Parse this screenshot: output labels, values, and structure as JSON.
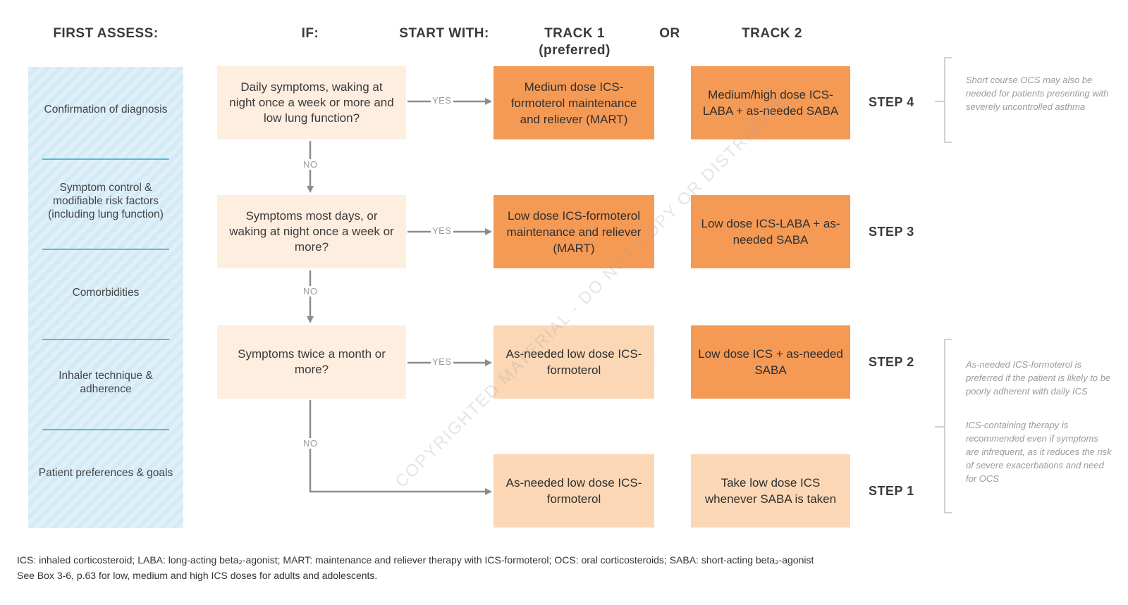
{
  "headers": {
    "first_assess": "FIRST ASSESS:",
    "if": "IF:",
    "start_with": "START WITH:",
    "track1": "TRACK 1",
    "track1_sub": "(preferred)",
    "or": "OR",
    "track2": "TRACK 2"
  },
  "assess_items": [
    "Confirmation of diagnosis",
    "Symptom control & modifiable risk factors (including lung function)",
    "Comorbidities",
    "Inhaler technique & adherence",
    "Patient preferences & goals"
  ],
  "questions": [
    "Daily symptoms, waking at night once a week or more and low lung function?",
    "Symptoms most days, or waking at night once a week or more?",
    "Symptoms twice a month or more?"
  ],
  "flow_labels": {
    "yes": "YES",
    "no": "NO"
  },
  "track1": [
    "Medium dose ICS-formoterol maintenance and reliever (MART)",
    "Low dose ICS-formoterol maintenance and reliever (MART)",
    "As-needed low dose ICS-formoterol",
    "As-needed low dose ICS-formoterol"
  ],
  "track2": [
    "Medium/high dose ICS-LABA + as-needed SABA",
    "Low dose ICS-LABA + as-needed SABA",
    "Low dose ICS + as-needed SABA",
    "Take low dose ICS whenever SABA is taken"
  ],
  "steps": [
    "STEP 4",
    "STEP 3",
    "STEP 2",
    "STEP 1"
  ],
  "side_notes": {
    "step4": "Short course OCS may also be needed for patients presenting with severely uncontrolled asthma",
    "step2_a": "As-needed ICS-formoterol is preferred if the patient is likely to be poorly adherent with daily ICS",
    "step2_b": "ICS-containing therapy is recommended even if symptoms are infrequent, as it reduces the risk of severe exacerbations and need for OCS"
  },
  "watermark": "COPYRIGHTED MATERIAL - DO NOT COPY OR DISTRIBUTE",
  "footnotes": {
    "line1": "ICS: inhaled corticosteroid; LABA: long-acting beta₂-agonist; MART: maintenance and reliever therapy with ICS-formoterol; OCS: oral corticosteroids; SABA: short-acting beta₂-agonist",
    "line2": "See Box 3-6, p.63 for low, medium and high ICS doses for adults and adolescents."
  },
  "colors": {
    "dark_orange": "#f59a55",
    "light_orange": "#fbd7b5",
    "question_bg": "#fdeee0",
    "assess_bg": "#dff0f9",
    "assess_separator": "#5ab7d6",
    "arrow": "#8c8c8c"
  }
}
